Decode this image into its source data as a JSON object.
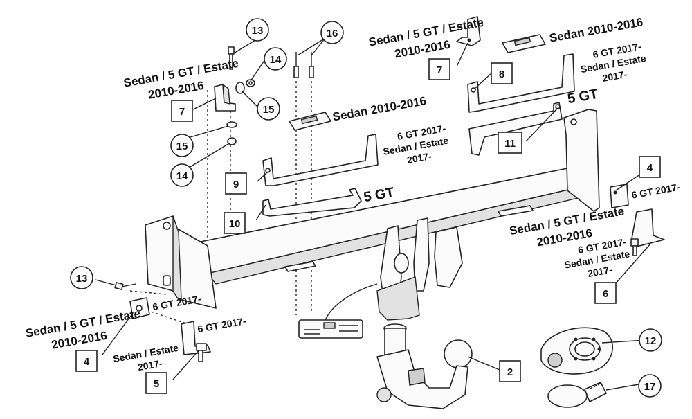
{
  "labels": {
    "sedan_5gt_estate_2010_2016": "Sedan / 5 GT / Estate",
    "years_2010_2016": "2010-2016",
    "sedan_2010_2016": "Sedan 2010-2016",
    "gt_2017": "6 GT 2017-",
    "sedan_estate": "Sedan / Estate",
    "year_2017": "2017-",
    "five_gt": "5 GT"
  },
  "callouts": {
    "c2": "2",
    "c4": "4",
    "c5": "5",
    "c6": "6",
    "c7": "7",
    "c8": "8",
    "c9": "9",
    "c10": "10",
    "c11": "11",
    "c12": "12",
    "c13": "13",
    "c14": "14",
    "c15": "15",
    "c16": "16",
    "c17": "17"
  },
  "icons": {
    "towbar": "tow-bar-crossbeam",
    "ball": "tow-ball-detachable",
    "socket": "electrical-socket-13-pin",
    "plate": "identification-plate"
  }
}
